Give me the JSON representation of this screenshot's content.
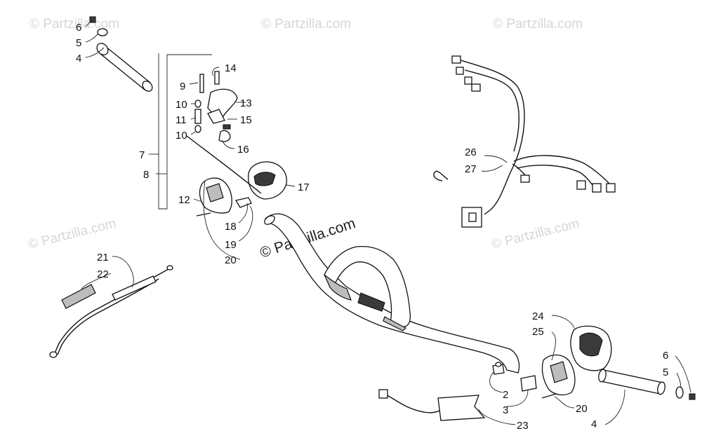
{
  "watermarks": {
    "repeat_text": "© Partzilla.com",
    "main_text": "© Partzilla.com"
  },
  "callouts": {
    "p6_top": "6",
    "p5_top": "5",
    "p4_top": "4",
    "p14": "14",
    "p9": "9",
    "p13": "13",
    "p10_a": "10",
    "p11": "11",
    "p15": "15",
    "p10_b": "10",
    "p16": "16",
    "p7": "7",
    "p8": "8",
    "p17": "17",
    "p12": "12",
    "p18": "18",
    "p19": "19",
    "p20_left": "20",
    "p21": "21",
    "p22": "22",
    "p26": "26",
    "p27": "27",
    "p24": "24",
    "p25": "25",
    "p6_bottom": "6",
    "p5_bottom": "5",
    "p2": "2",
    "p3": "3",
    "p20_right": "20",
    "p4_bottom": "4",
    "p23": "23"
  },
  "colors": {
    "line": "#111111",
    "shade": "#bdbdbd",
    "watermark": "#d6d6d6"
  }
}
